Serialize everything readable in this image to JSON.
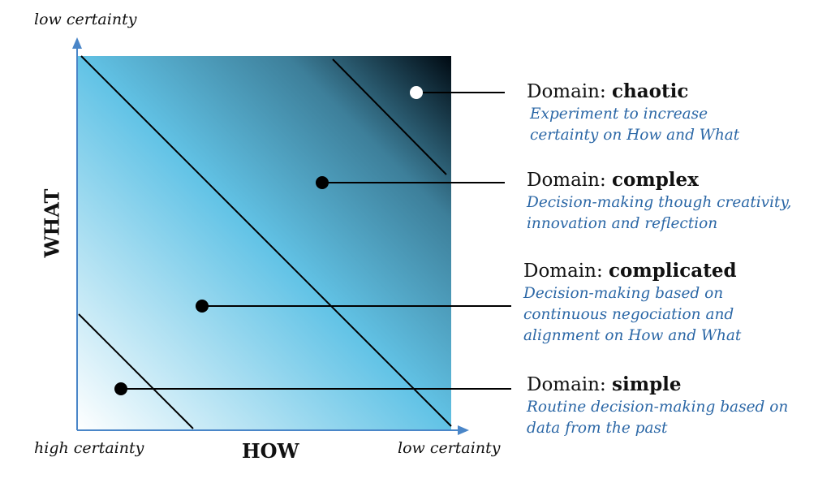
{
  "axes": {
    "y_top_label": "low certainty",
    "y_title": "WHAT",
    "x_title": "HOW",
    "origin_label": "high certainty",
    "x_right_label": "low certainty"
  },
  "domains": [
    {
      "prefix": "Domain: ",
      "name": "chaotic",
      "desc": [
        "Experiment to increase",
        "certainty on How and What"
      ]
    },
    {
      "prefix": "Domain: ",
      "name": "complex",
      "desc": [
        "Decision-making though creativity,",
        "innovation and reflection"
      ]
    },
    {
      "prefix": "Domain: ",
      "name": "complicated",
      "desc": [
        "Decision-making based on",
        "continuous negociation and",
        "alignment on How and What"
      ]
    },
    {
      "prefix": "Domain: ",
      "name": "simple",
      "desc": [
        "Routine decision-making based on",
        "data from the past"
      ]
    }
  ],
  "colors": {
    "gradient_light": "#ffffff",
    "gradient_mid": "#62c3e6",
    "gradient_dark": "#000a12",
    "axis": "#4a86c8",
    "description_text": "#2b67a6",
    "marker_chaotic": "#ffffff",
    "marker_default": "#000000"
  }
}
